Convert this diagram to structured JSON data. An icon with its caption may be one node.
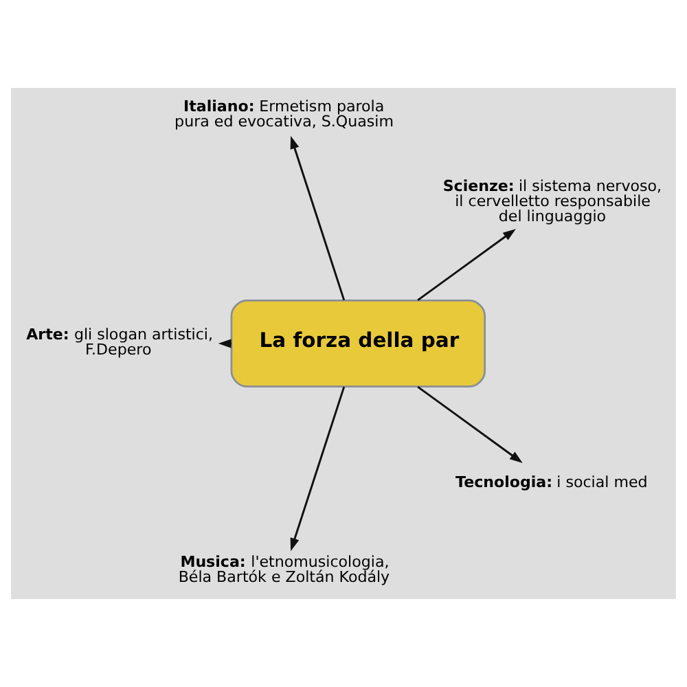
{
  "diagram": {
    "nodes": [
      {
        "text": [
          "La forza della par"
        ]
      },
      {
        "text": [
          "**Scienze:** il sistema nervoso, il cervelletto responsabile del linguaggio"
        ]
      },
      {
        "text": [
          "**Italiano:** Ermetism parola pura ed evocativa, S.Quasim"
        ]
      },
      {
        "text": [
          "**Arte:** gli slogan artistici, F.Depero"
        ]
      },
      {
        "text": [
          "**Musica:** l'etnomusicologia, Béla Bartók e Zoltán Kodály"
        ]
      },
      {
        "text": [
          "**Tecnologia:** i social med"
        ]
      }
    ],
    "edges": [
      {
        "from": 0,
        "to": 1,
        "arrow": "to"
      },
      {
        "from": 0,
        "to": 2,
        "arrow": "to"
      },
      {
        "from": 0,
        "to": 3,
        "arrow": "to"
      },
      {
        "from": 0,
        "to": 4,
        "arrow": "to"
      },
      {
        "from": 0,
        "to": 5,
        "arrow": "to"
      }
    ]
  }
}
